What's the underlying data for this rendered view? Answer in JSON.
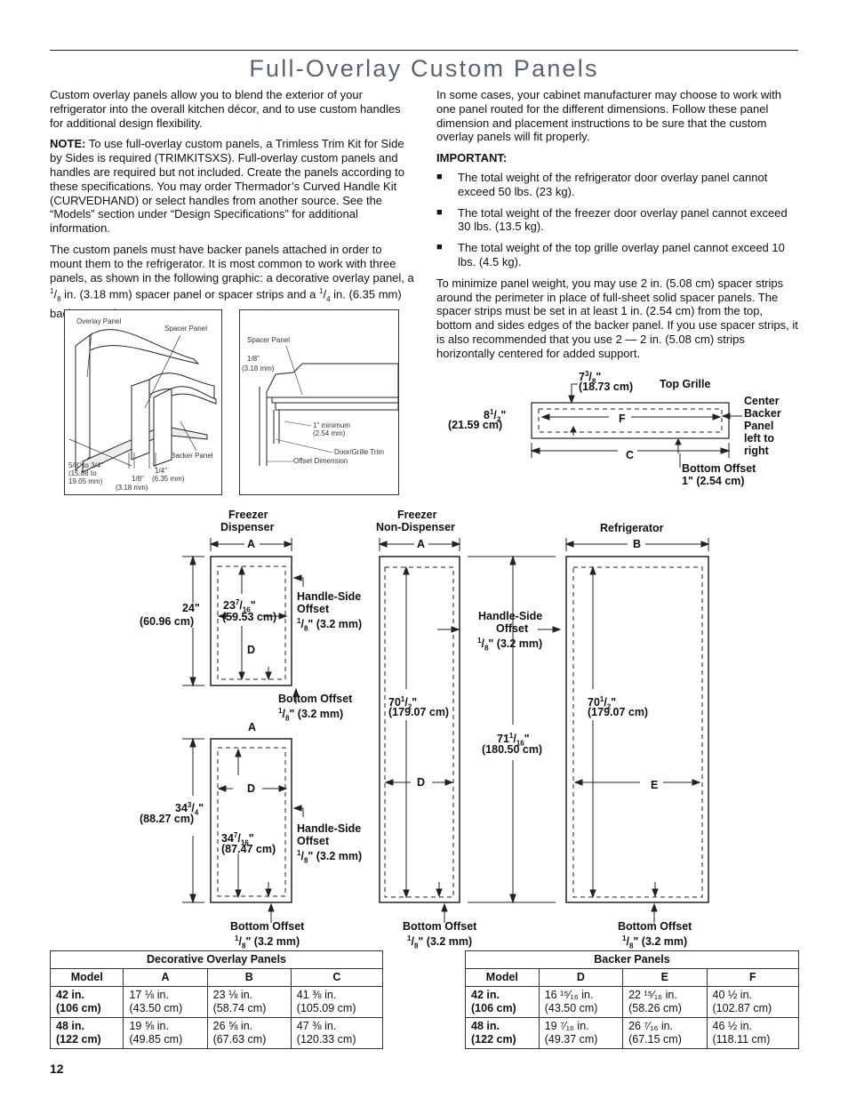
{
  "page": {
    "title": "Full-Overlay Custom Panels",
    "page_number": "12"
  },
  "left_col": {
    "p1": "Custom overlay panels allow you to blend the exterior of your refrigerator into the overall kitchen décor, and to use custom handles for additional design flexibility.",
    "note_label": "NOTE:",
    "note_text": " To use full-overlay custom panels, a Trimless Trim Kit for Side by Sides is required (TRIMKITSXS). Full-overlay custom panels and handles are required but not included. Create the panels according to these specifications. You may order Thermador’s Curved Handle Kit (CURVEDHAND) or select handles from another source. See the “Models” section under “Design Specifications” for additional information.",
    "p3a": "The custom panels must have backer panels attached in order to mount them to the refrigerator. It is most common to work with three panels, as shown in the following graphic: a decorative overlay panel, a ",
    "p3_frac1_num": "1",
    "p3_frac1_den": "8",
    "p3b": " in. (3.18 mm) spacer panel or spacer strips and a ",
    "p3_frac2_num": "1",
    "p3_frac2_den": "4",
    "p3c": " in. (6.35 mm) backer panel."
  },
  "right_col": {
    "p1": "In some cases, your cabinet manufacturer may choose to work with one panel routed for the different dimensions. Follow these panel dimension and placement instructions to be sure that the custom overlay panels will fit properly.",
    "important": "IMPORTANT:",
    "bullets": [
      "The total weight of the refrigerator door overlay panel cannot exceed 50 lbs. (23 kg).",
      "The total weight of the freezer door overlay panel cannot exceed 30 lbs. (13.5 kg).",
      "The total weight of the top grille overlay panel cannot exceed 10 lbs. (4.5 kg)."
    ],
    "p2": "To minimize panel weight, you may use 2 in. (5.08 cm) spacer strips around the perimeter in place of full-sheet solid spacer panels. The spacer strips must be set in at least 1 in. (2.54 cm) from the top, bottom and sides edges of the backer panel. If you use spacer strips, it is also recommended that you use 2 — 2 in. (5.08 cm) strips horizontally centered for added support."
  },
  "fig1": {
    "overlay": "Overlay Panel",
    "spacer": "Spacer Panel",
    "backer": "Backer Panel",
    "dim1a": "5/8\" to 3/4\"",
    "dim1b": "(15.88 to",
    "dim1c": "19.05 mm)",
    "dim2a": "1/8\"",
    "dim2b": "(3.18 mm)",
    "dim3a": "1/4\"",
    "dim3b": "(6.35 mm)"
  },
  "fig2": {
    "spacer": "Spacer Panel",
    "d1a": "1/8\"",
    "d1b": "(3.18 mm)",
    "min1": "1\" minimum",
    "min2": "(2.54 mm)",
    "trim": "Door/Grille Trim",
    "offset": "Offset Dimension"
  },
  "grille": {
    "w_frac": "7",
    "w_num": "3",
    "w_den": "8",
    "w_cm": "(18.73 cm)",
    "title": "Top Grille",
    "h_whole": "8",
    "h_num": "1",
    "h_den": "2",
    "h_cm": "(21.59 cm)",
    "f": "F",
    "c": "C",
    "center": "Center\nBacker\nPanel\nleft to\nright",
    "bottom1": "Bottom Offset",
    "bottom2": "1\" (2.54 cm)"
  },
  "doors": {
    "fd_title1": "Freezer",
    "fd_title2": "Dispenser",
    "fnd_title1": "Freezer",
    "fnd_title2": "Non-Dispenser",
    "ref_title": "Refrigerator",
    "a": "A",
    "b": "B",
    "d": "D",
    "e": "E",
    "h24": "24\"",
    "h24cm": "(60.96 cm)",
    "d23": "23",
    "d23num": "7",
    "d23den": "16",
    "d23cm": "(59.53 cm)",
    "hso1": "Handle-Side",
    "hso2": "Offset",
    "hso3num": "1",
    "hso3den": "8",
    "hso3": "\" (3.2 mm)",
    "bo1": "Bottom Offset",
    "bo_num": "1",
    "bo_den": "8",
    "bo2": "\" (3.2 mm)",
    "h34": "34",
    "h34num": "3",
    "h34den": "4",
    "h34cm": "(88.27 cm)",
    "d34": "34",
    "d34num": "7",
    "d34den": "16",
    "d34cm": "(87.47 cm)",
    "h70": "70",
    "h70num": "1",
    "h70den": "2",
    "h70cm": "(179.07 cm)",
    "h71": "71",
    "h71num": "1",
    "h71den": "16",
    "h71cm": "(180.50 cm)"
  },
  "table1": {
    "caption": "Decorative Overlay Panels",
    "headers": [
      "Model",
      "A",
      "B",
      "C"
    ],
    "rows": [
      [
        "42 in.\n(106 cm)",
        "17 ⅛ in.\n(43.50 cm)",
        "23 ⅛ in.\n(58.74 cm)",
        "41 ⅜ in.\n(105.09 cm)"
      ],
      [
        "48 in.\n(122 cm)",
        "19 ⅝ in.\n(49.85 cm)",
        "26 ⅝ in.\n(67.63 cm)",
        "47 ⅜ in.\n(120.33 cm)"
      ]
    ]
  },
  "table2": {
    "caption": "Backer Panels",
    "headers": [
      "Model",
      "D",
      "E",
      "F"
    ],
    "rows": [
      [
        "42 in.\n(106 cm)",
        "16 ¹⁵⁄₁₆ in.\n(43.50 cm)",
        "22 ¹⁵⁄₁₆ in.\n(58.26 cm)",
        "40 ½ in.\n(102.87 cm)"
      ],
      [
        "48 in.\n(122 cm)",
        "19 ⁷⁄₁₆ in.\n(49.37 cm)",
        "26 ⁷⁄₁₆ in.\n(67.15 cm)",
        "46 ½ in.\n(118.11 cm)"
      ]
    ]
  }
}
